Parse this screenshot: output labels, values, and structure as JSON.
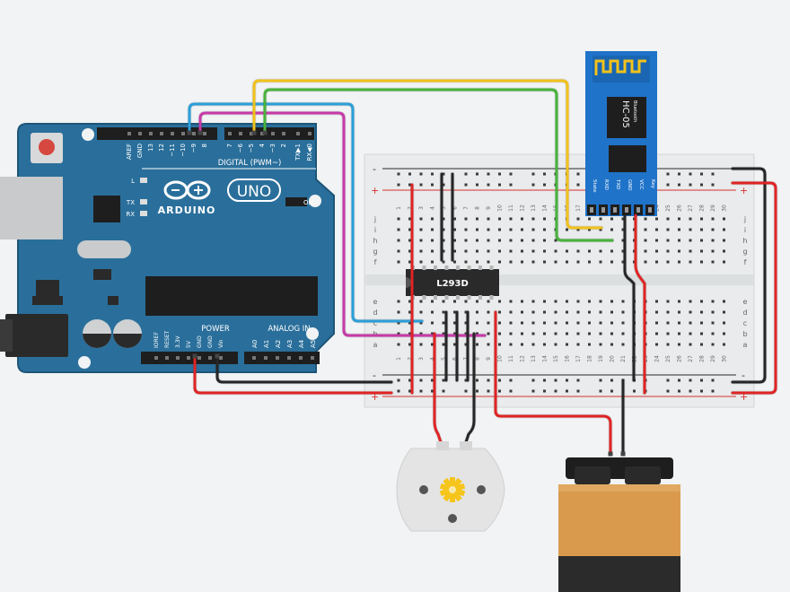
{
  "colors": {
    "background": "#f1f3f4",
    "arduino_board": "#2a6f9b",
    "arduino_edge": "#1d5578",
    "breadboard": "#e9ebec",
    "bt_module": "#1f73c9",
    "wire_red": "#e02424",
    "wire_black": "#262626",
    "wire_yellow": "#f2c21b",
    "wire_green": "#48b33c",
    "wire_blue": "#2b9fd9",
    "wire_magenta": "#c63ba8",
    "battery_body": "#d99a4e",
    "battery_bottom": "#2b2b2b",
    "motor_body": "#e4e4e4",
    "gear": "#f6c51b"
  },
  "arduino": {
    "brand": "ARDUINO",
    "model": "UNO",
    "digital_label": "DIGITAL (PWM~)",
    "power_label": "POWER",
    "analog_label": "ANALOG IN",
    "top_pins": [
      "AREF",
      "GND",
      "13",
      "12",
      "~11",
      "~10",
      "~9",
      "8",
      "7",
      "~6",
      "~5",
      "4",
      "~3",
      "2",
      "TX▶1",
      "RX◀0"
    ],
    "power_pins": [
      "IOREF",
      "RESET",
      "3.3V",
      "5V",
      "GND",
      "GND",
      "Vin"
    ],
    "analog_pins": [
      "A0",
      "A1",
      "A2",
      "A3",
      "A4",
      "A5"
    ],
    "led_labels": [
      "L",
      "TX",
      "RX"
    ],
    "on_label": "ON"
  },
  "breadboard": {
    "columns": [
      "1",
      "2",
      "3",
      "4",
      "5",
      "6",
      "7",
      "8",
      "9",
      "10",
      "11",
      "12",
      "13",
      "14",
      "15",
      "16",
      "17",
      "18",
      "19",
      "20",
      "21",
      "22",
      "23",
      "24",
      "25",
      "26",
      "27",
      "28",
      "29",
      "30"
    ],
    "rows_top": [
      "j",
      "i",
      "h",
      "g",
      "f"
    ],
    "rows_bottom": [
      "e",
      "d",
      "c",
      "b",
      "a"
    ],
    "rail_minus": "-",
    "rail_plus": "+"
  },
  "chip": {
    "label": "L293D"
  },
  "bluetooth": {
    "label": "HC-05",
    "sublabel": "Bluetooth",
    "pins": [
      "State",
      "RXD",
      "TXD",
      "GND",
      "VCC",
      "Key"
    ]
  },
  "icons": {
    "reset": "reset-button-icon",
    "infinity": "arduino-logo-icon",
    "antenna": "antenna-icon",
    "gear": "gear-icon"
  }
}
